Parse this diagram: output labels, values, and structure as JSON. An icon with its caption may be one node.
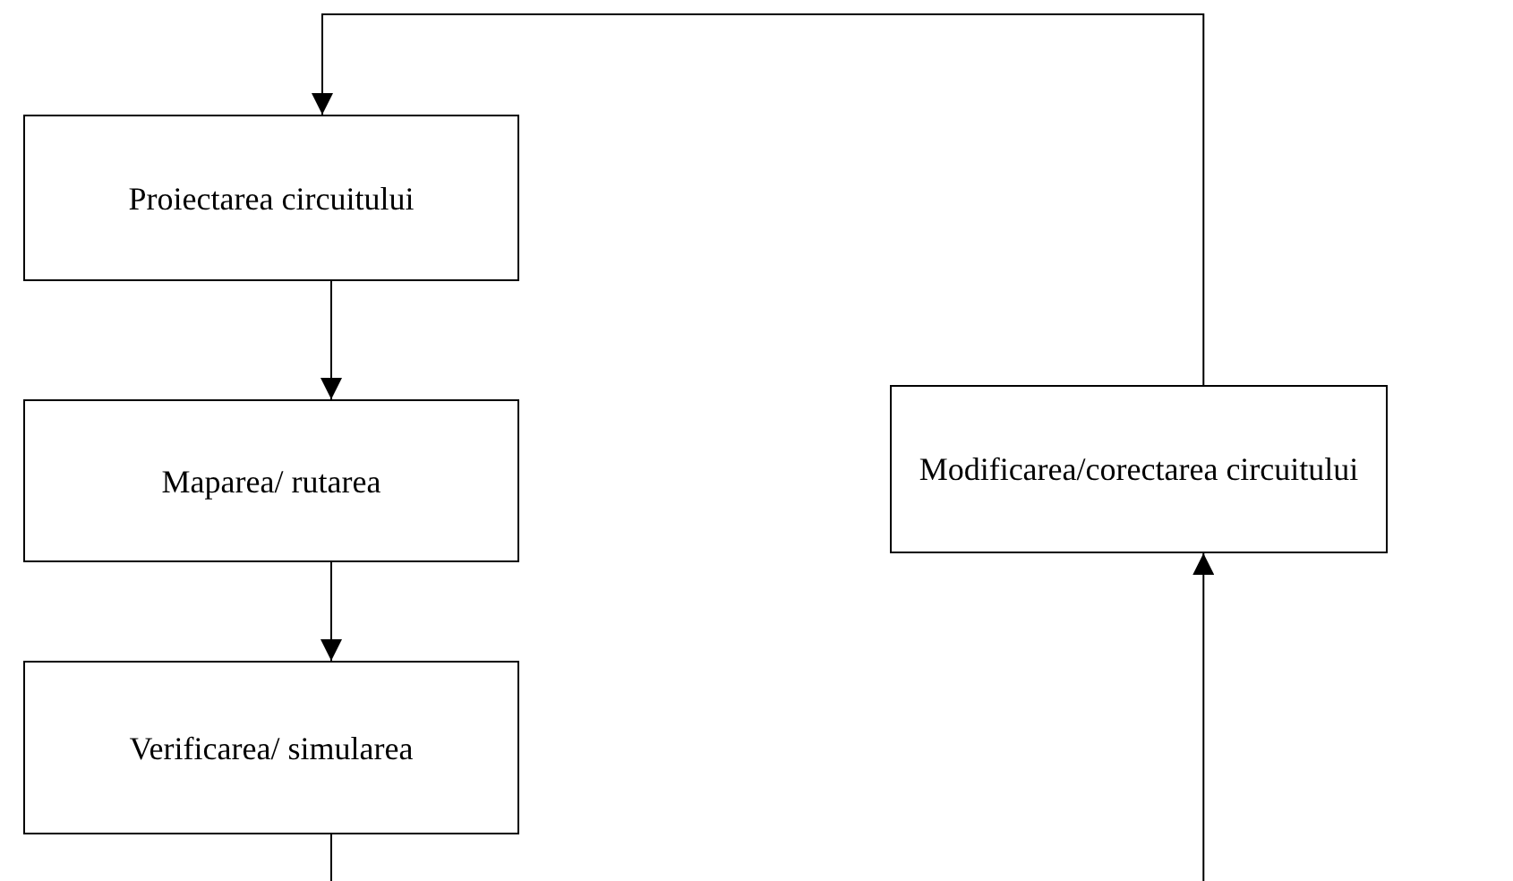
{
  "diagram": {
    "nodes": [
      {
        "text": [
          "Proiectarea circuitului"
        ]
      },
      {
        "text": [
          "Maparea/ rutarea"
        ]
      },
      {
        "text": [
          "Verificarea/ simularea"
        ]
      },
      {
        "text": [
          "Modificarea/corectarea circuitului"
        ]
      }
    ],
    "edges": [
      {
        "from": 0,
        "to": 1,
        "arrow": "to"
      },
      {
        "from": 1,
        "to": 2,
        "arrow": "to"
      },
      {
        "from": 2,
        "to": null,
        "arrow": "none"
      },
      {
        "from": null,
        "to": 3,
        "arrow": "to"
      },
      {
        "from": 3,
        "to": 0,
        "arrow": "to"
      }
    ]
  }
}
